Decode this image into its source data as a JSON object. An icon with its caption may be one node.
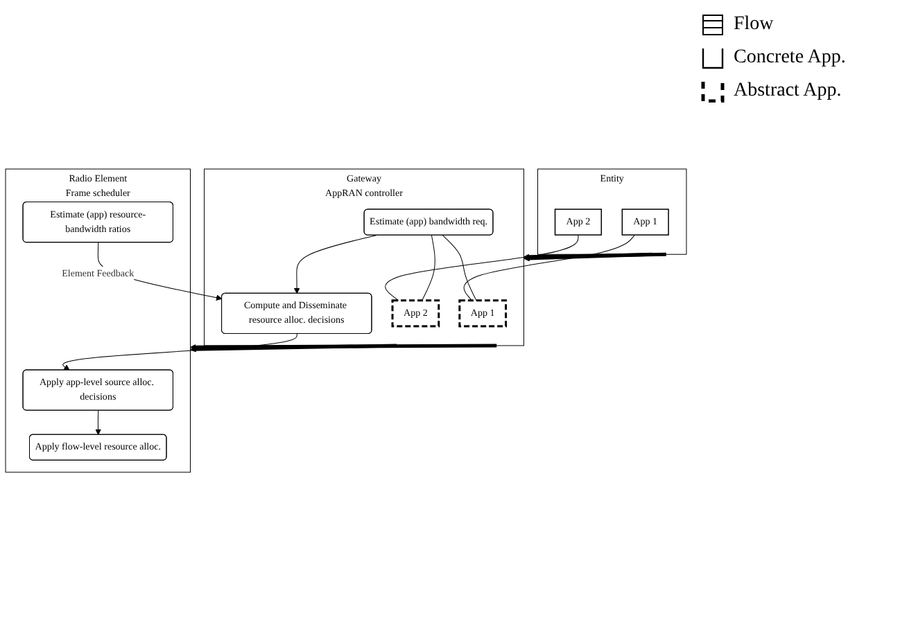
{
  "diagram": {
    "nodes": [
      {
        "text": [
          "Entity"
        ]
      },
      {
        "text": [
          "App 1"
        ],
        "in": 0
      },
      {
        "text": [
          "App 2"
        ],
        "in": 0
      },
      {
        "text": [
          "Gateway",
          "AppRAN controller"
        ]
      },
      {
        "text": [
          "App 1"
        ],
        "in": 3
      },
      {
        "text": [
          "App 2"
        ],
        "in": 3
      },
      {
        "text": [
          "Compute and Disseminate resource alloc. decisions"
        ],
        "in": 3
      },
      {
        "text": [
          "Estimate (app) bandwidth req."
        ],
        "in": 3
      },
      {
        "text": [
          "Radio Element",
          "Frame scheduler"
        ]
      },
      {
        "text": [
          "Apply app-level source alloc. decisions"
        ],
        "in": 8
      },
      {
        "text": [
          "Apply flow-level resource alloc."
        ],
        "in": 8
      },
      {
        "text": [
          "Estimate (app) resource-bandwidth ratios"
        ],
        "in": 8
      }
    ],
    "edges": [
      {
        "from": 1,
        "to": 4,
        "arrow": "none"
      },
      {
        "from": 2,
        "to": 5,
        "arrow": "none"
      },
      {
        "from": 0,
        "to": 3,
        "arrow": "to",
        "style": "thick"
      },
      {
        "from": 0,
        "to": 3,
        "arrow": "to",
        "style": "thick"
      },
      {
        "from": 7,
        "to": 4,
        "arrow": "none"
      },
      {
        "from": 7,
        "to": 5,
        "arrow": "none"
      },
      {
        "from": 7,
        "to": 6,
        "arrow": "to"
      },
      {
        "from": 3,
        "to": 8,
        "arrow": "to",
        "style": "thick"
      },
      {
        "from": 3,
        "to": 8,
        "arrow": "to",
        "style": "thick"
      },
      {
        "from": 6,
        "to": 9,
        "arrow": "to"
      },
      {
        "from": 9,
        "to": 10,
        "arrow": "to"
      },
      {
        "from": 11,
        "to": 6,
        "arrow": "to",
        "label": "Element Feedback"
      }
    ],
    "legend": [
      {
        "text": "Flow"
      },
      {
        "text": "Concrete App."
      },
      {
        "text": "Abstract App."
      }
    ]
  }
}
